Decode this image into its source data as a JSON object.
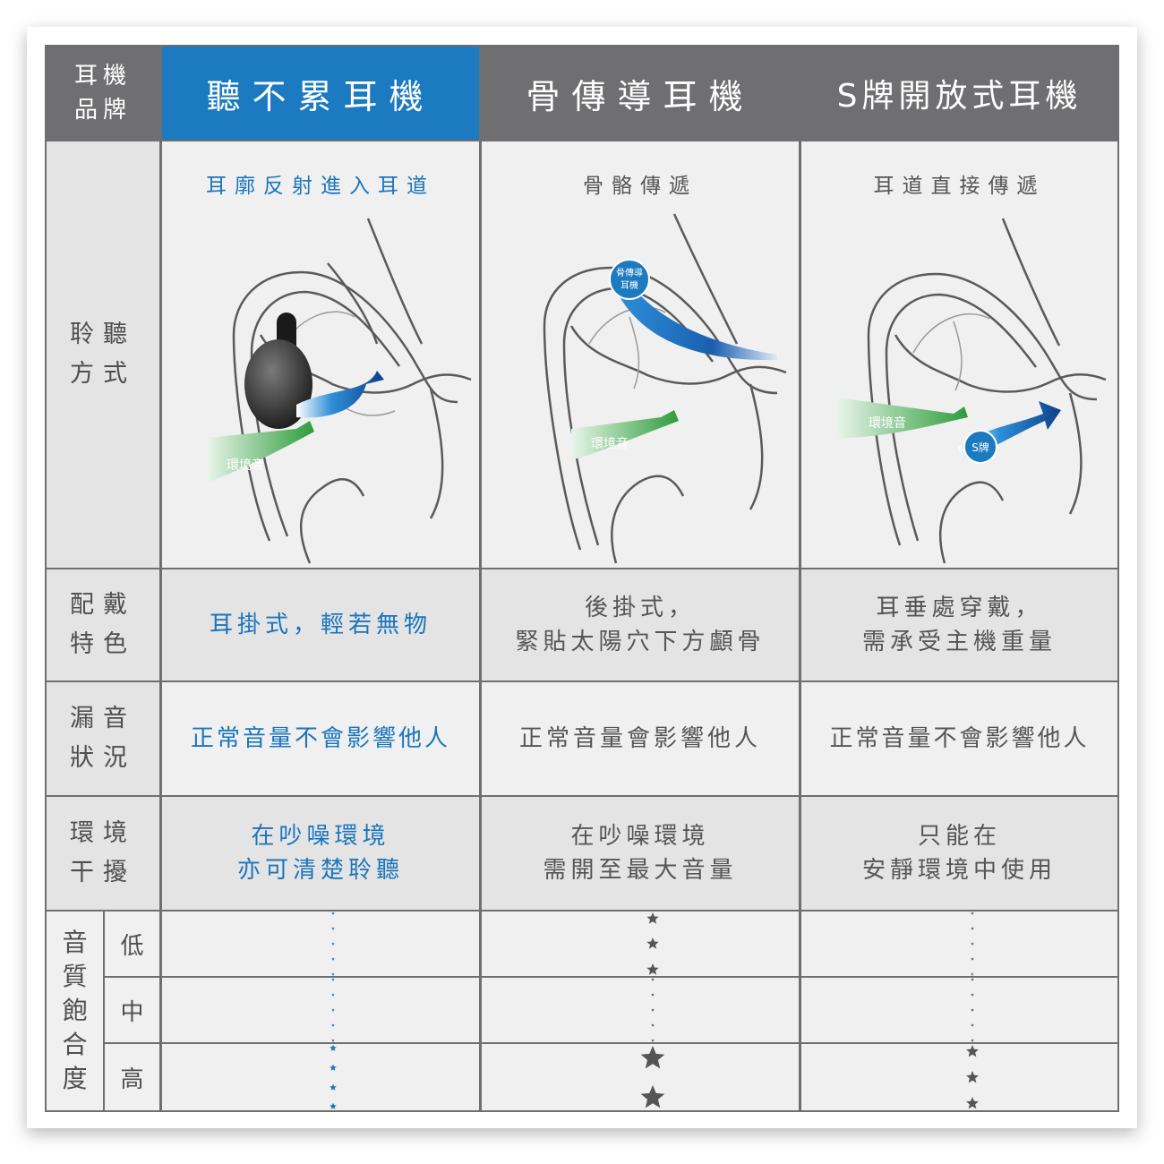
{
  "header": {
    "corner_line1": "耳機",
    "corner_line2": "品牌",
    "columns": [
      "聽不累耳機",
      "骨傳導耳機",
      "S牌開放式耳機"
    ]
  },
  "listening": {
    "label_line1": "聆聽",
    "label_line2": "方式",
    "subtitles": [
      "耳廓反射進入耳道",
      "骨骼傳遞",
      "耳道直接傳遞"
    ],
    "diagram_labels": {
      "ambient": "環境音",
      "bone_line1": "骨傳導",
      "bone_line2": "耳機",
      "s_brand": "S牌"
    }
  },
  "wearing": {
    "label_line1": "配戴",
    "label_line2": "特色",
    "values": [
      [
        "耳掛式，輕若無物"
      ],
      [
        "後掛式，",
        "緊貼太陽穴下方顱骨"
      ],
      [
        "耳垂處穿戴，",
        "需承受主機重量"
      ]
    ]
  },
  "leakage": {
    "label_line1": "漏音",
    "label_line2": "狀況",
    "values": [
      "正常音量不會影響他人",
      "正常音量會影響他人",
      "正常音量不會影響他人"
    ]
  },
  "interference": {
    "label_line1": "環境",
    "label_line2": "干擾",
    "values": [
      [
        "在吵噪環境",
        "亦可清楚聆聽"
      ],
      [
        "在吵噪環境",
        "需開至最大音量"
      ],
      [
        "只能在",
        "安靜環境中使用"
      ]
    ]
  },
  "quality": {
    "label_chars": [
      "音",
      "質",
      "飽",
      "合",
      "度"
    ],
    "rows": [
      {
        "band": "低",
        "ratings": [
          5,
          3,
          4.5
        ]
      },
      {
        "band": "中",
        "ratings": [
          5,
          5,
          5
        ]
      },
      {
        "band": "高",
        "ratings": [
          4,
          2,
          3
        ]
      }
    ]
  },
  "colors": {
    "accent_blue": "#1b7ac0",
    "header_gray": "#6f6f71",
    "star_blue": "#1b75bc",
    "star_gray": "#555555",
    "ambient_green": "#3aa142"
  }
}
